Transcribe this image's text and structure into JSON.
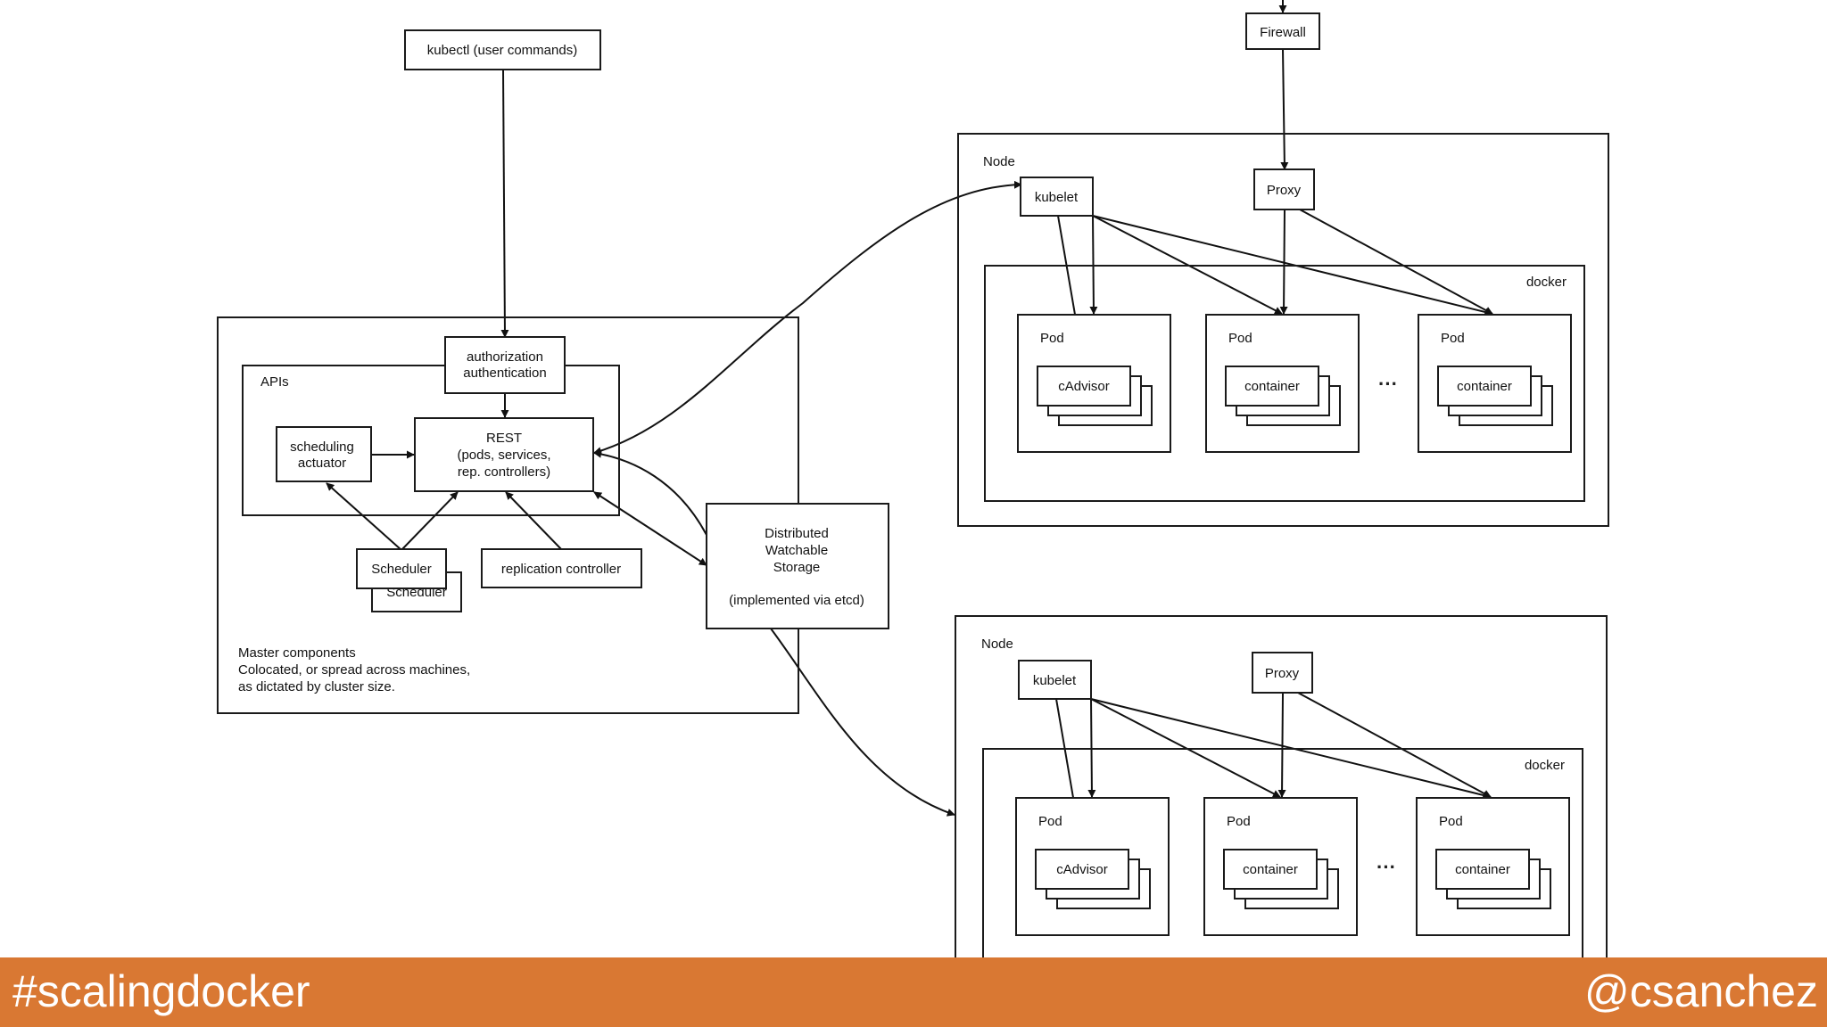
{
  "footer": {
    "hashtag": "#scalingdocker",
    "handle": "@csanchez",
    "bar_color": "#d97833"
  },
  "top": {
    "firewall": "Firewall",
    "kubectl": "kubectl (user commands)"
  },
  "master": {
    "authorization": [
      "authorization",
      "authentication"
    ],
    "apis_label": "APIs",
    "scheduling_actuator": [
      "scheduling",
      "actuator"
    ],
    "rest": [
      "REST",
      "(pods, services,",
      "rep. controllers)"
    ],
    "scheduler": "Scheduler",
    "replication_controller": "replication controller",
    "note": [
      "Master components",
      "Colocated, or spread across machines,",
      "as dictated by cluster size."
    ]
  },
  "storage": {
    "lines": [
      "Distributed",
      "Watchable",
      "Storage"
    ],
    "impl": "(implemented via etcd)"
  },
  "nodes": [
    {
      "label": "Node",
      "kubelet": "kubelet",
      "proxy": "Proxy",
      "docker": "docker",
      "pods": [
        {
          "label": "Pod",
          "inner": "cAdvisor"
        },
        {
          "label": "Pod",
          "inner": "container"
        },
        {
          "label": "Pod",
          "inner": "container"
        }
      ],
      "ellipsis": "···"
    },
    {
      "label": "Node",
      "kubelet": "kubelet",
      "proxy": "Proxy",
      "docker": "docker",
      "pods": [
        {
          "label": "Pod",
          "inner": "cAdvisor"
        },
        {
          "label": "Pod",
          "inner": "container"
        },
        {
          "label": "Pod",
          "inner": "container"
        }
      ],
      "ellipsis": "···"
    }
  ]
}
